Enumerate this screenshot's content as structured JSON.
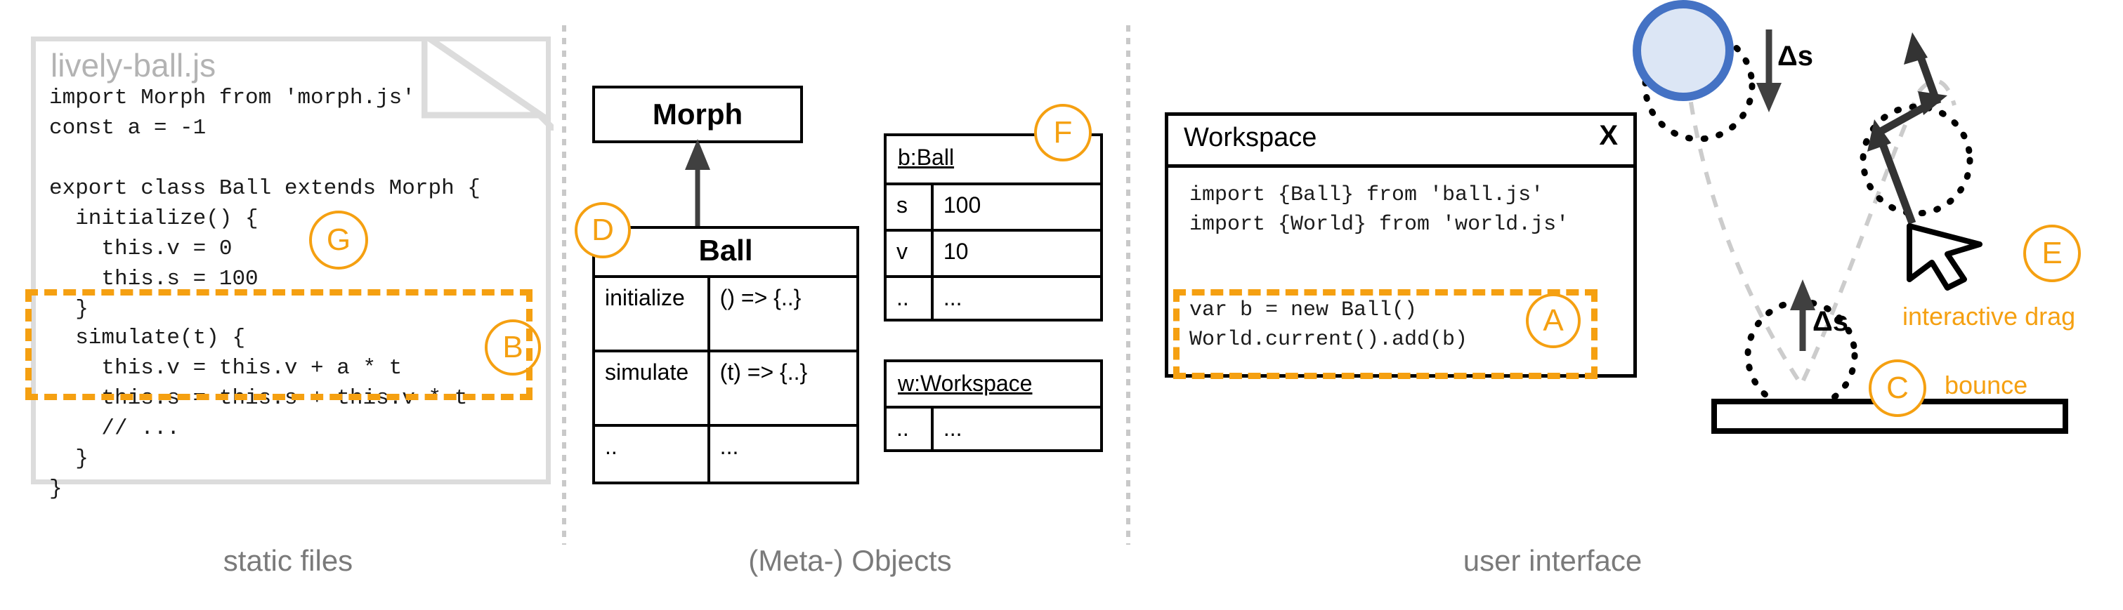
{
  "columns": [
    {
      "id": "static-files",
      "caption": "static files"
    },
    {
      "id": "meta-objects",
      "caption": "(Meta-) Objects"
    },
    {
      "id": "user-interface",
      "caption": "user interface"
    }
  ],
  "colors": {
    "accent": "#f5a011",
    "ball_fill": "#dce6f5",
    "ball_stroke": "#4472c4",
    "card_border": "#dcdcdc",
    "caption_text": "#7a7a7a",
    "file_title": "#b3b3b3",
    "ink": "#000000"
  },
  "file_card": {
    "title": "lively-ball.js",
    "code_part1": "import Morph from 'morph.js'\nconst a = -1\n\nexport class Ball extends Morph {\n  initialize() {\n    this.v = 0\n    this.s = 100\n  }",
    "code_part2": "  simulate(t) {\n    this.v = this.v + a * t\n    this.s = this.s + this.v * t\n    // ...\n  }\n}",
    "markers": [
      {
        "label": "G"
      },
      {
        "label": "B"
      }
    ]
  },
  "uml": {
    "superclass": {
      "name": "Morph"
    },
    "subclass": {
      "name": "Ball",
      "rows": [
        {
          "key": "initialize",
          "value": "() => {..}"
        },
        {
          "key": "simulate",
          "value": "(t) => {..}"
        },
        {
          "key": "..",
          "value": "..."
        }
      ]
    },
    "marker_d": "D"
  },
  "objects": [
    {
      "name": "b:Ball",
      "marker": "F",
      "rows": [
        {
          "key": "s",
          "value": "100"
        },
        {
          "key": "v",
          "value": "10"
        },
        {
          "key": "..",
          "value": "..."
        }
      ]
    },
    {
      "name": "w:Workspace",
      "rows": [
        {
          "key": "..",
          "value": "..."
        }
      ]
    }
  ],
  "workspace": {
    "title": "Workspace",
    "close_label": "X",
    "imports": "import {Ball} from 'ball.js'\nimport {World} from 'world.js'",
    "statements": "var b = new Ball()\nWorld.current().add(b)",
    "marker_a": "A"
  },
  "scene": {
    "delta_s_top": "Δs",
    "delta_s_bottom": "Δs",
    "drag_label": "interactive drag",
    "bounce_label": "bounce",
    "marker_e": "E",
    "marker_c": "C"
  }
}
